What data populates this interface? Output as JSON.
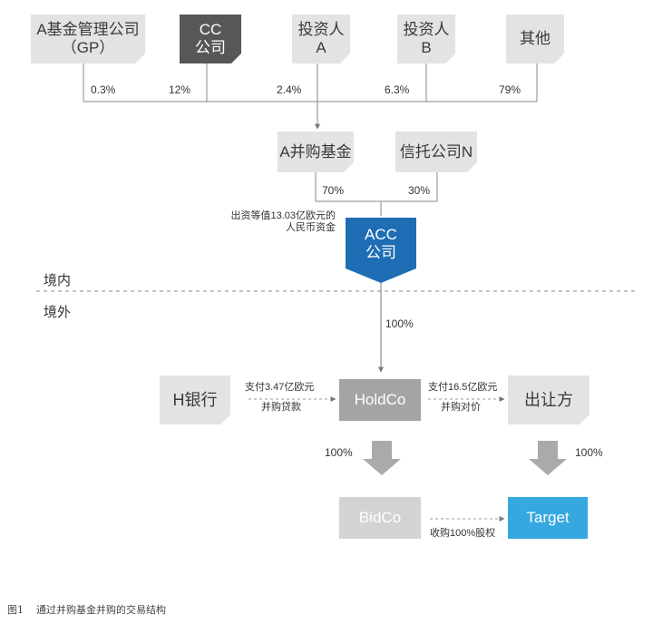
{
  "top_entities": {
    "gp": {
      "line1": "A基金管理公司",
      "line2": "（GP）"
    },
    "cc": {
      "line1": "CC",
      "line2": "公司"
    },
    "investor_a": {
      "line1": "投资人",
      "line2": "A"
    },
    "investor_b": {
      "line1": "投资人",
      "line2": "B"
    },
    "others": {
      "label": "其他"
    }
  },
  "top_shares": {
    "gp": "0.3%",
    "cc": "12%",
    "investor_a": "2.4%",
    "investor_b": "6.3%",
    "others": "79%"
  },
  "middle_entities": {
    "fund": {
      "label": "A并购基金"
    },
    "trust": {
      "label": "信托公司N"
    }
  },
  "middle_shares": {
    "fund": "70%",
    "trust": "30%"
  },
  "acc": {
    "line1": "ACC",
    "line2": "公司"
  },
  "acc_capital_note": {
    "line1": "出资等值13.03亿欧元的",
    "line2": "人民币资金"
  },
  "regions": {
    "domestic": "境内",
    "overseas": "境外"
  },
  "acc_to_holdco_share": "100%",
  "bank": {
    "label": "H银行"
  },
  "holdco": {
    "label": "HoldCo"
  },
  "seller": {
    "label": "出让方"
  },
  "bidco": {
    "label": "BidCo"
  },
  "target": {
    "label": "Target"
  },
  "loan_flow": {
    "line1": "支付3.47亿欧元",
    "line2": "并购贷款"
  },
  "price_flow": {
    "line1": "支付16.5亿欧元",
    "line2": "并购对价"
  },
  "holdco_to_bidco_share": "100%",
  "seller_to_target_share": "100%",
  "acquire_flow": {
    "label": "收购100%股权"
  },
  "caption": {
    "figure_no": "图1",
    "title": "通过并购基金并购的交易结构"
  },
  "colors": {
    "light_box": "#e2e3e3",
    "dark_box": "#575757",
    "mid_box": "#a3a4a5",
    "pale_box": "#d2d3d4",
    "target_box": "#35a8e0",
    "acc_blue": "#1f6db5"
  }
}
